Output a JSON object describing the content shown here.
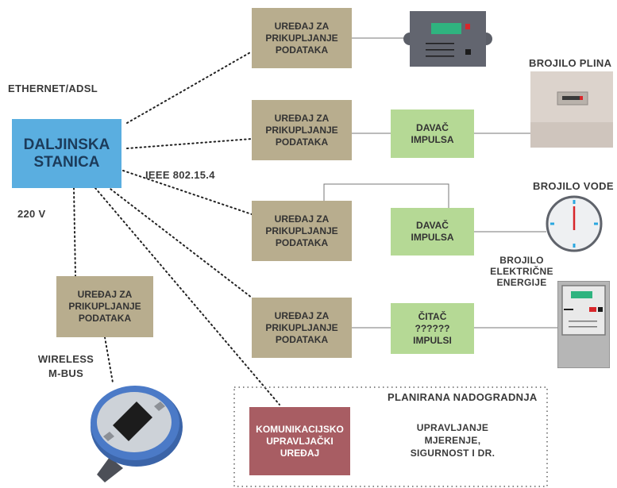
{
  "station": {
    "line1": "DALJINSKA",
    "line2": "STANICA"
  },
  "labels": {
    "ethernet": "ETHERNET/ADSL",
    "ieee": "IEEE 802.15.4",
    "voltage": "220 V",
    "wireless_line1": "WIRELESS",
    "wireless_line2": "M-BUS"
  },
  "collector": {
    "line1": "UREĐAJ ZA",
    "line2": "PRIKUPLJANJE",
    "line3": "PODATAKA"
  },
  "pulse_sender": {
    "line1": "DAVAČ",
    "line2": "IMPULSA"
  },
  "pulse_reader": {
    "line1": "ČITAČ",
    "line2": "??????",
    "line3": "IMPULSI"
  },
  "meters": {
    "gas": "BROJILO PLINA",
    "water": "BROJILO VODE",
    "electric_line1": "BROJILO",
    "electric_line2": "ELEKTRIČNE",
    "electric_line3": "ENERGIJE"
  },
  "upgrade": {
    "title": "PLANIRANA NADOGRADNJA",
    "device_line1": "KOMUNIKACIJSKO",
    "device_line2": "UPRAVLJAČKI",
    "device_line3": "UREĐAJ",
    "desc_line1": "UPRAVLJANJE",
    "desc_line2": "MJERENJE,",
    "desc_line3": "SIGURNOST I DR."
  },
  "colors": {
    "station": "#5aaee0",
    "collector": "#b8ad8e",
    "pulse": "#b5d995",
    "control_device": "#a85d63"
  }
}
